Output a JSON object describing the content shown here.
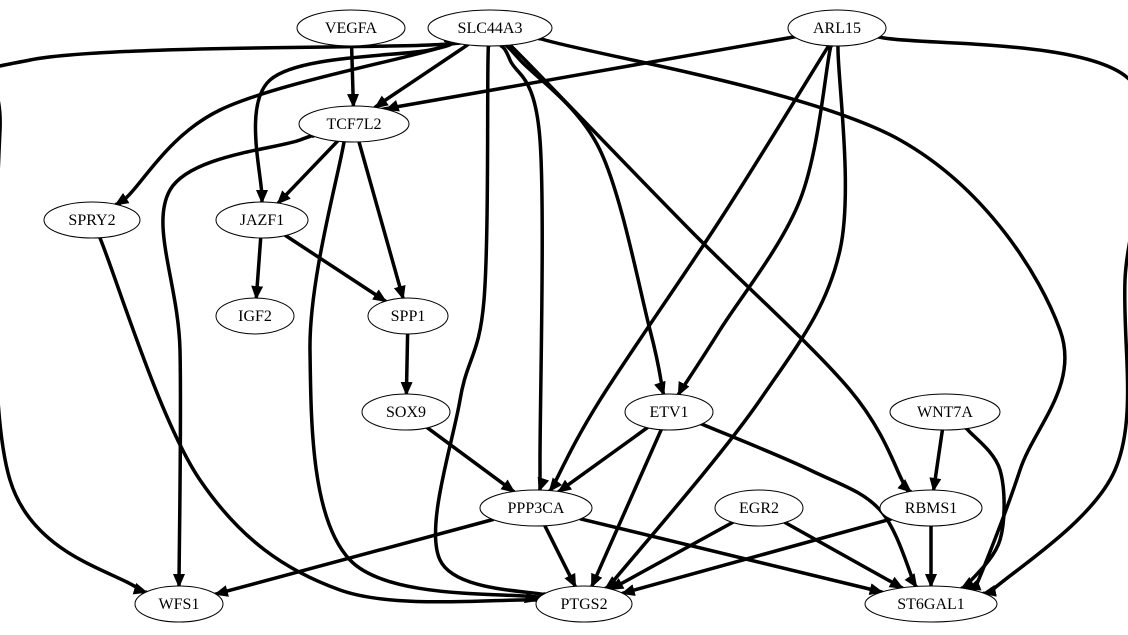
{
  "graph": {
    "nodes": [
      {
        "id": "VEGFA",
        "label": "VEGFA"
      },
      {
        "id": "SLC44A3",
        "label": "SLC44A3"
      },
      {
        "id": "ARL15",
        "label": "ARL15"
      },
      {
        "id": "TCF7L2",
        "label": "TCF7L2"
      },
      {
        "id": "SPRY2",
        "label": "SPRY2"
      },
      {
        "id": "JAZF1",
        "label": "JAZF1"
      },
      {
        "id": "IGF2",
        "label": "IGF2"
      },
      {
        "id": "SPP1",
        "label": "SPP1"
      },
      {
        "id": "SOX9",
        "label": "SOX9"
      },
      {
        "id": "ETV1",
        "label": "ETV1"
      },
      {
        "id": "WNT7A",
        "label": "WNT7A"
      },
      {
        "id": "PPP3CA",
        "label": "PPP3CA"
      },
      {
        "id": "EGR2",
        "label": "EGR2"
      },
      {
        "id": "RBMS1",
        "label": "RBMS1"
      },
      {
        "id": "WFS1",
        "label": "WFS1"
      },
      {
        "id": "PTGS2",
        "label": "PTGS2"
      },
      {
        "id": "ST6GAL1",
        "label": "ST6GAL1"
      }
    ],
    "edges": [
      {
        "from": "VEGFA",
        "to": "TCF7L2"
      },
      {
        "from": "SLC44A3",
        "to": "TCF7L2"
      },
      {
        "from": "SLC44A3",
        "to": "SPRY2"
      },
      {
        "from": "SLC44A3",
        "to": "JAZF1"
      },
      {
        "from": "SLC44A3",
        "to": "WFS1"
      },
      {
        "from": "SLC44A3",
        "to": "PPP3CA"
      },
      {
        "from": "SLC44A3",
        "to": "PTGS2"
      },
      {
        "from": "SLC44A3",
        "to": "ETV1"
      },
      {
        "from": "SLC44A3",
        "to": "RBMS1"
      },
      {
        "from": "SLC44A3",
        "to": "ST6GAL1"
      },
      {
        "from": "ARL15",
        "to": "TCF7L2"
      },
      {
        "from": "ARL15",
        "to": "PPP3CA"
      },
      {
        "from": "ARL15",
        "to": "ETV1"
      },
      {
        "from": "ARL15",
        "to": "PTGS2"
      },
      {
        "from": "ARL15",
        "to": "ST6GAL1"
      },
      {
        "from": "TCF7L2",
        "to": "JAZF1"
      },
      {
        "from": "TCF7L2",
        "to": "SPP1"
      },
      {
        "from": "TCF7L2",
        "to": "WFS1"
      },
      {
        "from": "TCF7L2",
        "to": "PTGS2"
      },
      {
        "from": "SPRY2",
        "to": "PTGS2"
      },
      {
        "from": "JAZF1",
        "to": "IGF2"
      },
      {
        "from": "JAZF1",
        "to": "SPP1"
      },
      {
        "from": "SPP1",
        "to": "SOX9"
      },
      {
        "from": "SOX9",
        "to": "PPP3CA"
      },
      {
        "from": "ETV1",
        "to": "PPP3CA"
      },
      {
        "from": "ETV1",
        "to": "PTGS2"
      },
      {
        "from": "ETV1",
        "to": "ST6GAL1"
      },
      {
        "from": "WNT7A",
        "to": "RBMS1"
      },
      {
        "from": "WNT7A",
        "to": "ST6GAL1"
      },
      {
        "from": "PPP3CA",
        "to": "WFS1"
      },
      {
        "from": "PPP3CA",
        "to": "PTGS2"
      },
      {
        "from": "PPP3CA",
        "to": "ST6GAL1"
      },
      {
        "from": "EGR2",
        "to": "PTGS2"
      },
      {
        "from": "EGR2",
        "to": "ST6GAL1"
      },
      {
        "from": "RBMS1",
        "to": "PTGS2"
      },
      {
        "from": "RBMS1",
        "to": "ST6GAL1"
      }
    ]
  }
}
